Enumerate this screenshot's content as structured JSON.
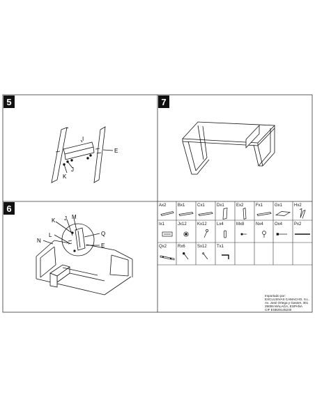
{
  "steps": {
    "step5": {
      "number": "5",
      "labels": {
        "I": "I",
        "E": "E",
        "J": "J",
        "K": "K"
      }
    },
    "step7": {
      "number": "7"
    },
    "step6": {
      "number": "6",
      "labels": {
        "K": "K",
        "J": "J",
        "M": "M",
        "L": "L",
        "Q": "Q",
        "N": "N",
        "E": "E"
      }
    }
  },
  "parts": [
    {
      "code": "Ax2",
      "icon": "long-panel-icon"
    },
    {
      "code": "Bx1",
      "icon": "flat-panel-icon"
    },
    {
      "code": "Cx1",
      "icon": "flat-panel-icon"
    },
    {
      "code": "Dx1",
      "icon": "tall-panel-icon"
    },
    {
      "code": "Ex2",
      "icon": "side-panel-icon"
    },
    {
      "code": "Fx1",
      "icon": "flat-panel-icon"
    },
    {
      "code": "Gx1",
      "icon": "flat-board-icon"
    },
    {
      "code": "Hx2",
      "icon": "bracket-icon"
    },
    {
      "code": "Ix1",
      "icon": "drawer-front-icon"
    },
    {
      "code": "Jx12",
      "icon": "cam-lock-icon"
    },
    {
      "code": "Kx12",
      "icon": "cam-bolt-icon"
    },
    {
      "code": "Lx4",
      "icon": "dowel-icon"
    },
    {
      "code": "Mx8",
      "icon": "short-screw-icon"
    },
    {
      "code": "Nx4",
      "icon": "foot-icon"
    },
    {
      "code": "Ox4",
      "icon": "long-screw-icon"
    },
    {
      "code": "Px2",
      "icon": "rod-icon"
    },
    {
      "code": "Qx2",
      "icon": "rail-icon"
    },
    {
      "code": "Rx6",
      "icon": "wood-screw-icon"
    },
    {
      "code": "Sx12",
      "icon": "small-screw-icon"
    },
    {
      "code": "Tx1",
      "icon": "allen-key-icon"
    }
  ],
  "importer": {
    "line1": "Importado por:",
    "line2": "EXCLUSIVAS CAMACHO, S.L.",
    "line3": "Av. José Ortega y Gasset, 301",
    "line4": "29006 MÁLAGA, ESPAÑA",
    "line5": "CIF ESB29145240"
  },
  "colors": {
    "line": "#111111",
    "panel_badge": "#111111",
    "grid": "#333333"
  }
}
